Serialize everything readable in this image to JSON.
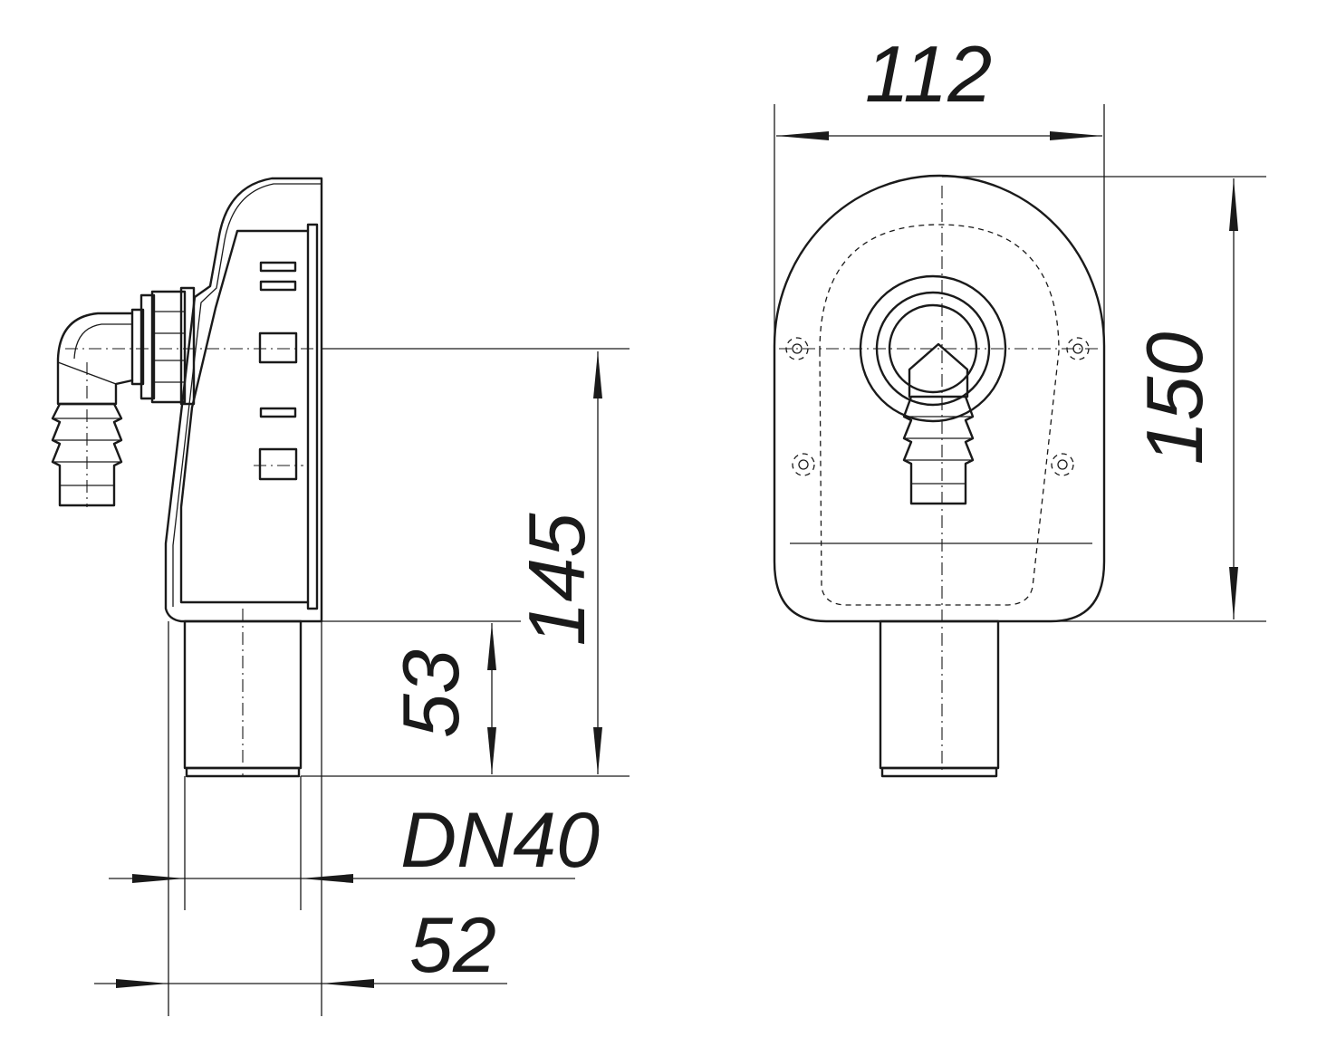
{
  "dimensions": {
    "overall_width": "112",
    "overall_height": "150",
    "inlet_height": "145",
    "outlet_length": "53",
    "outlet_size": "DN40",
    "depth": "52"
  },
  "colors": {
    "line": "#1a1a1a",
    "background": "#ffffff"
  }
}
